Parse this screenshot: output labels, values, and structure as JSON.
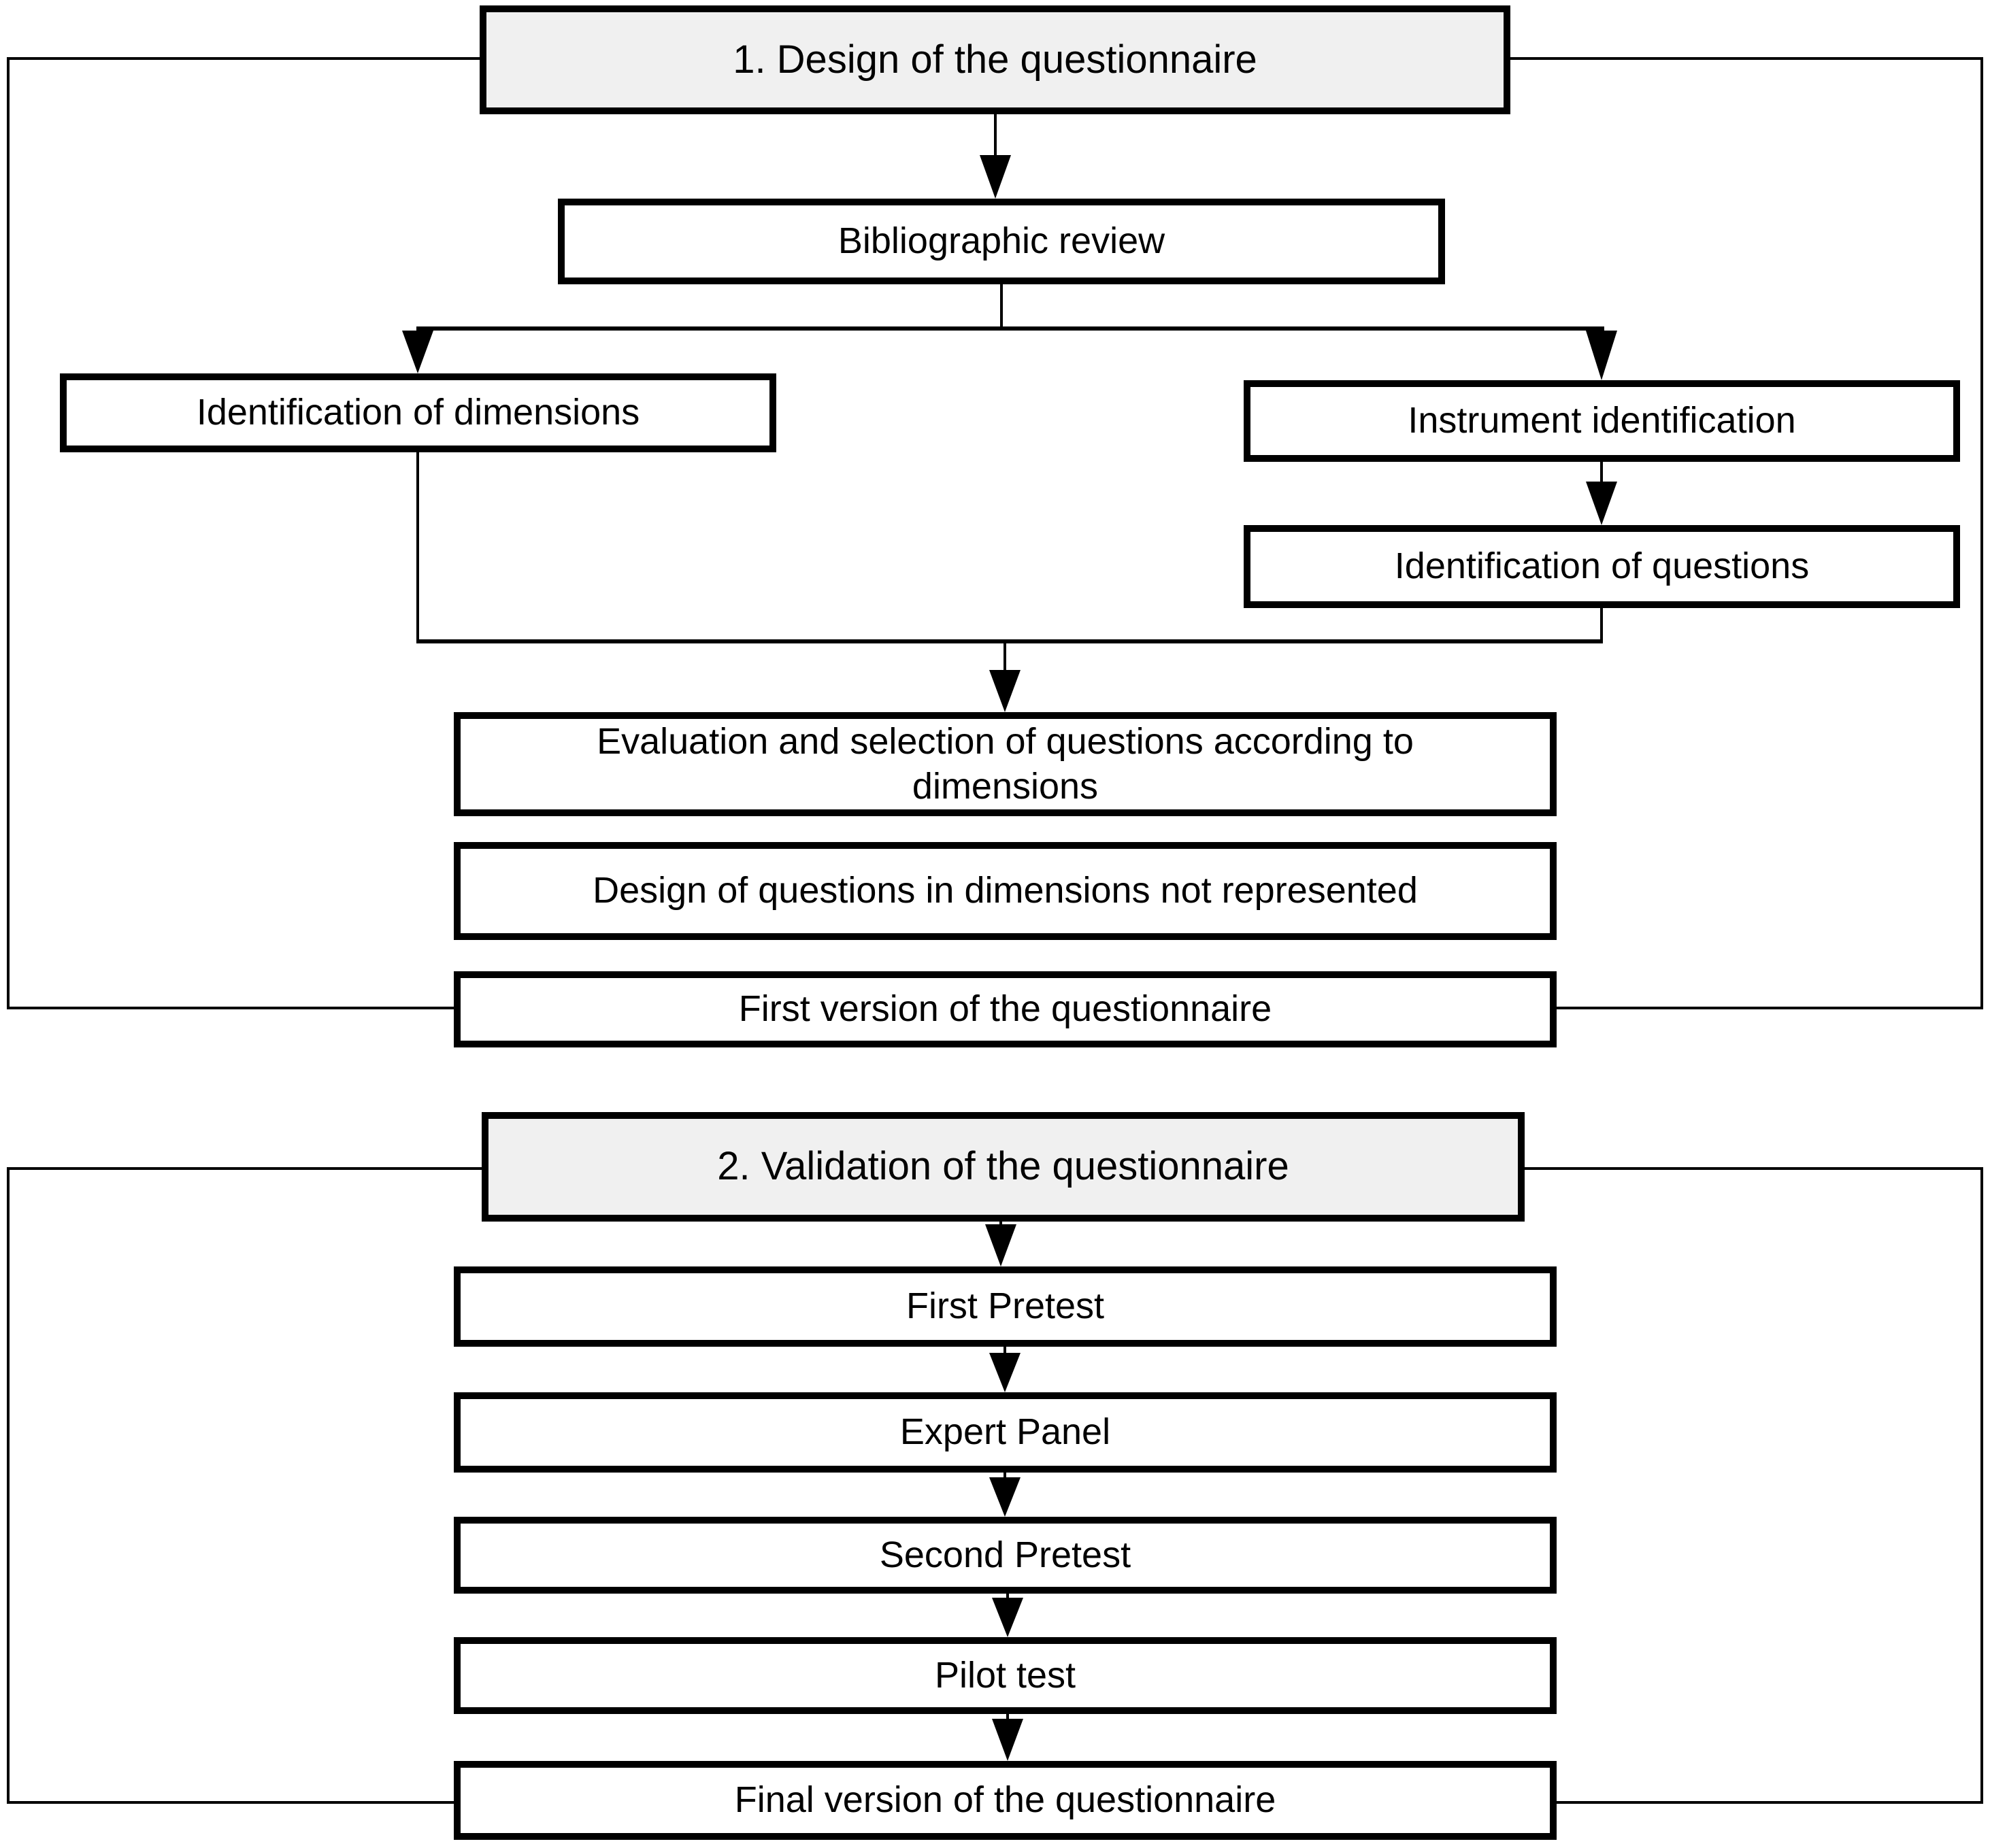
{
  "diagram": {
    "section1": {
      "title": "1. Design of the questionnaire",
      "nodes": {
        "bibliographic_review": "Bibliographic review",
        "identification_of_dimensions": "Identification of dimensions",
        "instrument_identification": "Instrument identification",
        "identification_of_questions": "Identification of questions",
        "evaluation_selection": "Evaluation and selection of questions according to\ndimensions",
        "design_of_questions": "Design of questions in dimensions not represented",
        "first_version": "First version of the questionnaire"
      }
    },
    "section2": {
      "title": "2. Validation of the questionnaire",
      "nodes": {
        "first_pretest": "First Pretest",
        "expert_panel": "Expert Panel",
        "second_pretest": "Second Pretest",
        "pilot_test": "Pilot test",
        "final_version": "Final version of the questionnaire"
      }
    },
    "colors": {
      "section_title_background": "#f0f0f0",
      "node_background": "#ffffff",
      "line_color": "#000000"
    }
  }
}
